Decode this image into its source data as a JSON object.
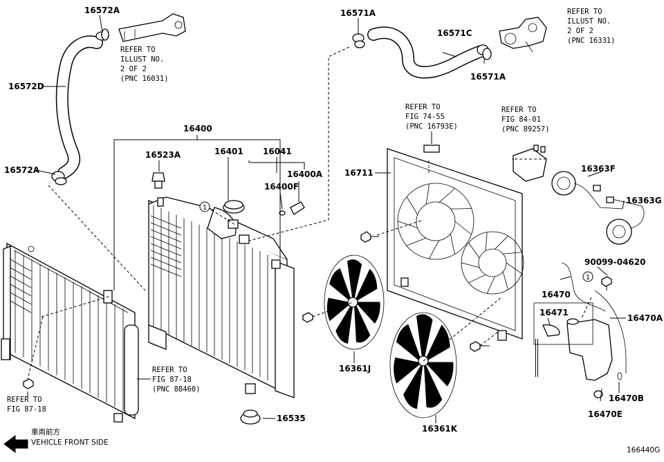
{
  "labels": {
    "l16572A_top": "16572A",
    "l16572D": "16572D",
    "l16572A_bot": "16572A",
    "l16571A_top": "16571A",
    "l16571C": "16571C",
    "l16571A_bot": "16571A",
    "l16400": "16400",
    "l16523A": "16523A",
    "l16401": "16401",
    "l16041": "16041",
    "l16400A": "16400A",
    "l16400F": "16400F",
    "l16711": "16711",
    "l16363F": "16363F",
    "l16363G": "16363G",
    "l90099": "90099-04620",
    "l16470": "16470",
    "l16471": "16471",
    "l16470A": "16470A",
    "l16361J": "16361J",
    "l16361K": "16361K",
    "l16535": "16535",
    "l16470B": "16470B",
    "l16470E": "16470E"
  },
  "notes": {
    "n16031": [
      "REFER TO",
      "ILLUST NO.",
      "2 OF 2",
      "(PNC 16031)"
    ],
    "n16331": [
      "REFER TO",
      "ILLUST NO.",
      "2 OF 2",
      "(PNC 16331)"
    ],
    "n7455": [
      "REFER TO",
      "FIG 74-55",
      "(PNC 16793E)"
    ],
    "n8401": [
      "REFER TO",
      "FIG 84-01",
      "(PNC 89257)"
    ],
    "n8718a": [
      "REFER TO",
      "FIG 87-18",
      "(PNC 88460)"
    ],
    "n8718b": [
      "REFER TO",
      "FIG 87-18"
    ]
  },
  "markers": {
    "m1a": "1",
    "m1b": "1"
  },
  "orientation": {
    "jp": "車両前方",
    "en": "VEHICLE FRONT SIDE"
  },
  "figure_id": "166440G"
}
